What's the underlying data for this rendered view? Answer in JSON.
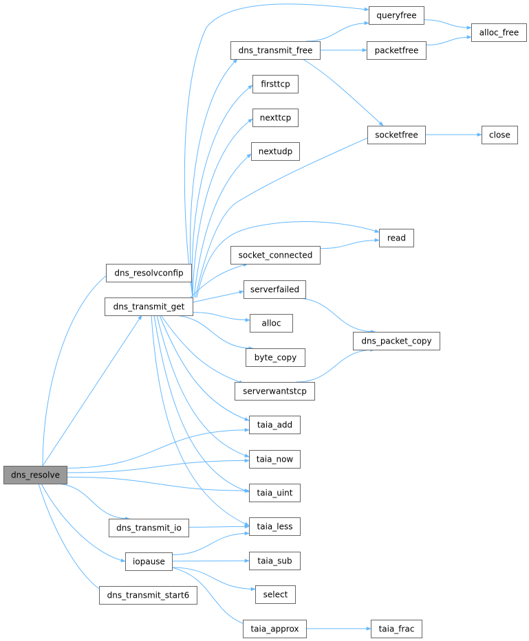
{
  "graph": {
    "type": "call-graph",
    "root": "dns_resolve",
    "colors": {
      "edge": "#63b8ff",
      "root_fill": "#999999",
      "node_fill": "#ffffff",
      "node_border": "#666666"
    },
    "nodes": {
      "dns_resolve": "dns_resolve",
      "dns_resolvconfip": "dns_resolvconfip",
      "dns_transmit_get": "dns_transmit_get",
      "dns_transmit_io": "dns_transmit_io",
      "iopause": "iopause",
      "dns_transmit_start6": "dns_transmit_start6",
      "dns_transmit_free": "dns_transmit_free",
      "firsttcp": "firsttcp",
      "nexttcp": "nexttcp",
      "nextudp": "nextudp",
      "socket_connected": "socket_connected",
      "serverfailed": "serverfailed",
      "alloc": "alloc",
      "byte_copy": "byte_copy",
      "serverwantstcp": "serverwantstcp",
      "taia_add": "taia_add",
      "taia_now": "taia_now",
      "taia_uint": "taia_uint",
      "taia_less": "taia_less",
      "taia_sub": "taia_sub",
      "select": "select",
      "taia_approx": "taia_approx",
      "queryfree": "queryfree",
      "packetfree": "packetfree",
      "socketfree": "socketfree",
      "read": "read",
      "dns_packet_copy": "dns_packet_copy",
      "taia_frac": "taia_frac",
      "alloc_free": "alloc_free",
      "close": "close"
    },
    "edges": [
      [
        "dns_resolve",
        "dns_resolvconfip"
      ],
      [
        "dns_resolve",
        "dns_transmit_get"
      ],
      [
        "dns_resolve",
        "taia_add"
      ],
      [
        "dns_resolve",
        "taia_now"
      ],
      [
        "dns_resolve",
        "taia_uint"
      ],
      [
        "dns_resolve",
        "dns_transmit_io"
      ],
      [
        "dns_resolve",
        "iopause"
      ],
      [
        "dns_resolve",
        "dns_transmit_start6"
      ],
      [
        "dns_transmit_get",
        "queryfree"
      ],
      [
        "dns_transmit_get",
        "dns_transmit_free"
      ],
      [
        "dns_transmit_get",
        "firsttcp"
      ],
      [
        "dns_transmit_get",
        "nexttcp"
      ],
      [
        "dns_transmit_get",
        "nextudp"
      ],
      [
        "dns_transmit_get",
        "socketfree"
      ],
      [
        "dns_transmit_get",
        "read"
      ],
      [
        "dns_transmit_get",
        "socket_connected"
      ],
      [
        "dns_transmit_get",
        "serverfailed"
      ],
      [
        "dns_transmit_get",
        "alloc"
      ],
      [
        "dns_transmit_get",
        "byte_copy"
      ],
      [
        "dns_transmit_get",
        "serverwantstcp"
      ],
      [
        "dns_transmit_get",
        "taia_add"
      ],
      [
        "dns_transmit_get",
        "taia_now"
      ],
      [
        "dns_transmit_get",
        "taia_uint"
      ],
      [
        "dns_transmit_get",
        "taia_less"
      ],
      [
        "dns_transmit_io",
        "taia_less"
      ],
      [
        "iopause",
        "taia_less"
      ],
      [
        "iopause",
        "taia_sub"
      ],
      [
        "iopause",
        "select"
      ],
      [
        "iopause",
        "taia_approx"
      ],
      [
        "dns_transmit_free",
        "queryfree"
      ],
      [
        "dns_transmit_free",
        "packetfree"
      ],
      [
        "dns_transmit_free",
        "socketfree"
      ],
      [
        "queryfree",
        "alloc_free"
      ],
      [
        "packetfree",
        "alloc_free"
      ],
      [
        "socketfree",
        "close"
      ],
      [
        "socket_connected",
        "read"
      ],
      [
        "serverfailed",
        "dns_packet_copy"
      ],
      [
        "serverwantstcp",
        "dns_packet_copy"
      ],
      [
        "taia_approx",
        "taia_frac"
      ]
    ]
  }
}
